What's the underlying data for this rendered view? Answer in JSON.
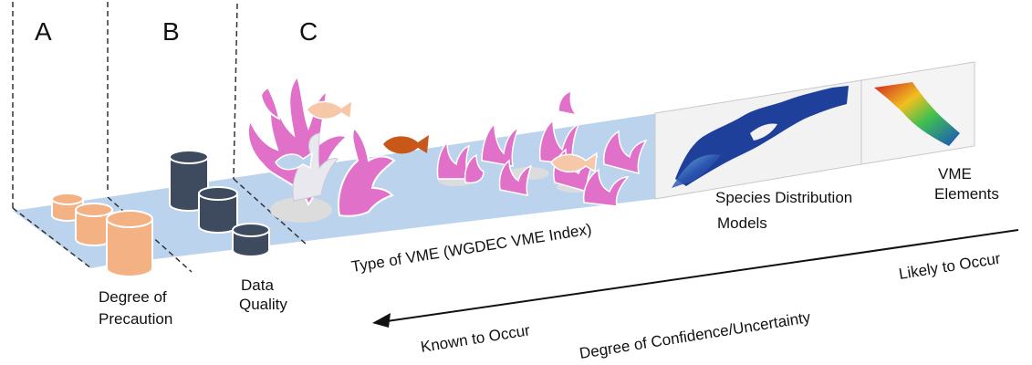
{
  "panels": {
    "a": "A",
    "b": "B",
    "c": "C"
  },
  "labels": {
    "degree_of_precaution_line1": "Degree of",
    "degree_of_precaution_line2": "Precaution",
    "data_quality_line1": "Data",
    "data_quality_line2": "Quality",
    "vme_type": "Type of VME (WGDEC VME Index)",
    "sdm_line1": "Species Distribution",
    "sdm_line2": "Models",
    "vme_elements_line1": "VME",
    "vme_elements_line2": "Elements",
    "likely_to_occur": "Likely to Occur",
    "known_to_occur": "Known to Occur",
    "degree_of_confidence": "Degree of Confidence/Uncertainty"
  },
  "colors": {
    "floor": "#bcd3ee",
    "cylinder_precaution": "#f4b183",
    "cylinder_quality": "#3e4b5e",
    "coral": "#e070c8",
    "fish_orange": "#c8581a",
    "fish_peach": "#f6c8a8",
    "map_deep": "#1e3f9a"
  }
}
